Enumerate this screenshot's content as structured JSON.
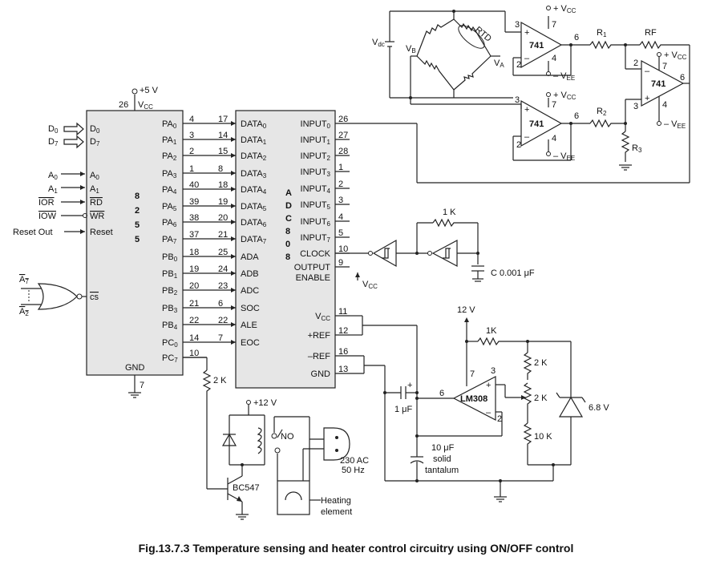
{
  "caption": "Fig.13.7.3 Temperature sensing and heater control circuitry using ON/OFF control",
  "ppi": {
    "chip_vertical_label": [
      "8",
      "2",
      "5",
      "5"
    ],
    "vcc_label": "V",
    "vcc_sub": "CC",
    "vcc_supply": "+5 V",
    "vcc_pin": "26",
    "gnd_label": "GND",
    "gnd_pin": "7",
    "left_pins": [
      {
        "name": "D",
        "sub": "0",
        "ext": "D",
        "extsub": "0"
      },
      {
        "name": "D",
        "sub": "7",
        "ext": "D",
        "extsub": "7"
      },
      {
        "name": "A",
        "sub": "0",
        "ext": "A",
        "extsub": "0"
      },
      {
        "name": "A",
        "sub": "1",
        "ext": "A",
        "extsub": "1"
      },
      {
        "name": "RD",
        "ext": "IOR"
      },
      {
        "name": "WR",
        "ext": "IOW"
      },
      {
        "name": "Reset",
        "ext": "Reset Out"
      },
      {
        "name": "cs"
      }
    ],
    "right_pins": [
      {
        "name": "PA",
        "sub": "0",
        "pin": "4"
      },
      {
        "name": "PA",
        "sub": "1",
        "pin": "3"
      },
      {
        "name": "PA",
        "sub": "2",
        "pin": "2"
      },
      {
        "name": "PA",
        "sub": "3",
        "pin": "1"
      },
      {
        "name": "PA",
        "sub": "4",
        "pin": "40"
      },
      {
        "name": "PA",
        "sub": "5",
        "pin": "39"
      },
      {
        "name": "PA",
        "sub": "6",
        "pin": "38"
      },
      {
        "name": "PA",
        "sub": "7",
        "pin": "37"
      },
      {
        "name": "PB",
        "sub": "0",
        "pin": "18"
      },
      {
        "name": "PB",
        "sub": "1",
        "pin": "19"
      },
      {
        "name": "PB",
        "sub": "2",
        "pin": "20"
      },
      {
        "name": "PB",
        "sub": "3",
        "pin": "21"
      },
      {
        "name": "PB",
        "sub": "4",
        "pin": "22"
      },
      {
        "name": "PC",
        "sub": "0",
        "pin": "14"
      },
      {
        "name": "PC",
        "sub": "7",
        "pin": "10"
      }
    ],
    "gate_inputs": [
      {
        "name": "A",
        "sub": "7"
      },
      {
        "name": "A",
        "sub": "2"
      }
    ]
  },
  "adc": {
    "chip_vertical_label": [
      "A",
      "D",
      "C",
      "8",
      "0",
      "8"
    ],
    "left_pins": [
      {
        "name": "DATA",
        "sub": "0",
        "pin": "17"
      },
      {
        "name": "DATA",
        "sub": "1",
        "pin": "14"
      },
      {
        "name": "DATA",
        "sub": "2",
        "pin": "15"
      },
      {
        "name": "DATA",
        "sub": "3",
        "pin": "8"
      },
      {
        "name": "DATA",
        "sub": "4",
        "pin": "18"
      },
      {
        "name": "DATA",
        "sub": "5",
        "pin": "19"
      },
      {
        "name": "DATA",
        "sub": "6",
        "pin": "20"
      },
      {
        "name": "DATA",
        "sub": "7",
        "pin": "21"
      },
      {
        "name": "ADA",
        "pin": "25"
      },
      {
        "name": "ADB",
        "pin": "24"
      },
      {
        "name": "ADC",
        "pin": "23"
      },
      {
        "name": "SOC",
        "pin": "6"
      },
      {
        "name": "ALE",
        "pin": "22"
      },
      {
        "name": "EOC",
        "pin": "7"
      }
    ],
    "right_pins": [
      {
        "name": "INPUT",
        "sub": "0",
        "pin": "26"
      },
      {
        "name": "INPUT",
        "sub": "1",
        "pin": "27"
      },
      {
        "name": "INPUT",
        "sub": "2",
        "pin": "28"
      },
      {
        "name": "INPUT",
        "sub": "3",
        "pin": "1"
      },
      {
        "name": "INPUT",
        "sub": "4",
        "pin": "2"
      },
      {
        "name": "INPUT",
        "sub": "5",
        "pin": "3"
      },
      {
        "name": "INPUT",
        "sub": "6",
        "pin": "4"
      },
      {
        "name": "INPUT",
        "sub": "7",
        "pin": "5"
      },
      {
        "name": "CLOCK",
        "pin": "10"
      },
      {
        "name": "OUTPUT",
        "pin": "9"
      },
      {
        "name": "ENABLE"
      }
    ],
    "lower_pins": [
      {
        "name": "V",
        "sub": "CC",
        "pin": "11"
      },
      {
        "name": "+REF",
        "pin": "12"
      },
      {
        "name": "–REF",
        "pin": "16"
      },
      {
        "name": "GND",
        "pin": "13"
      }
    ],
    "enable_vcc": "V",
    "enable_vcc_sub": "CC"
  },
  "bridge": {
    "vdc": "V",
    "vdc_sub": "dc",
    "vb": "V",
    "vb_sub": "B",
    "va": "V",
    "va_sub": "A",
    "rtd": "RTD"
  },
  "opamps": {
    "label": "741",
    "vcc": "+ V",
    "vcc_sub": "CC",
    "vee": "– V",
    "vee_sub": "EE",
    "r1": "R",
    "r1_sub": "1",
    "r2": "R",
    "r2_sub": "2",
    "r3": "R",
    "r3_sub": "3",
    "rf": "RF",
    "pins": {
      "p3": "3",
      "p2": "2",
      "p7": "7",
      "p4": "4",
      "p6": "6"
    }
  },
  "clock": {
    "r_label": "1 K",
    "c_label": "C  0.001 μF"
  },
  "reference": {
    "supply": "12 V",
    "r_top": "1K",
    "r_a": "2 K",
    "r_b": "2 K",
    "r_c": "10 K",
    "zener": "6.8 V",
    "ic": "LM308",
    "cap1": "1 μF",
    "cap2": [
      "10 μF",
      "solid",
      "tantalum"
    ],
    "pins": {
      "p7": "7",
      "p3": "3",
      "p6": "6",
      "p2": "2"
    },
    "plus": "+"
  },
  "heater": {
    "r_base": "2 K",
    "supply": "+12 V",
    "transistor": "BC547",
    "contact": "NO",
    "mains": [
      "230 AC",
      "50 Hz"
    ],
    "load": [
      "Heating",
      "element"
    ]
  }
}
